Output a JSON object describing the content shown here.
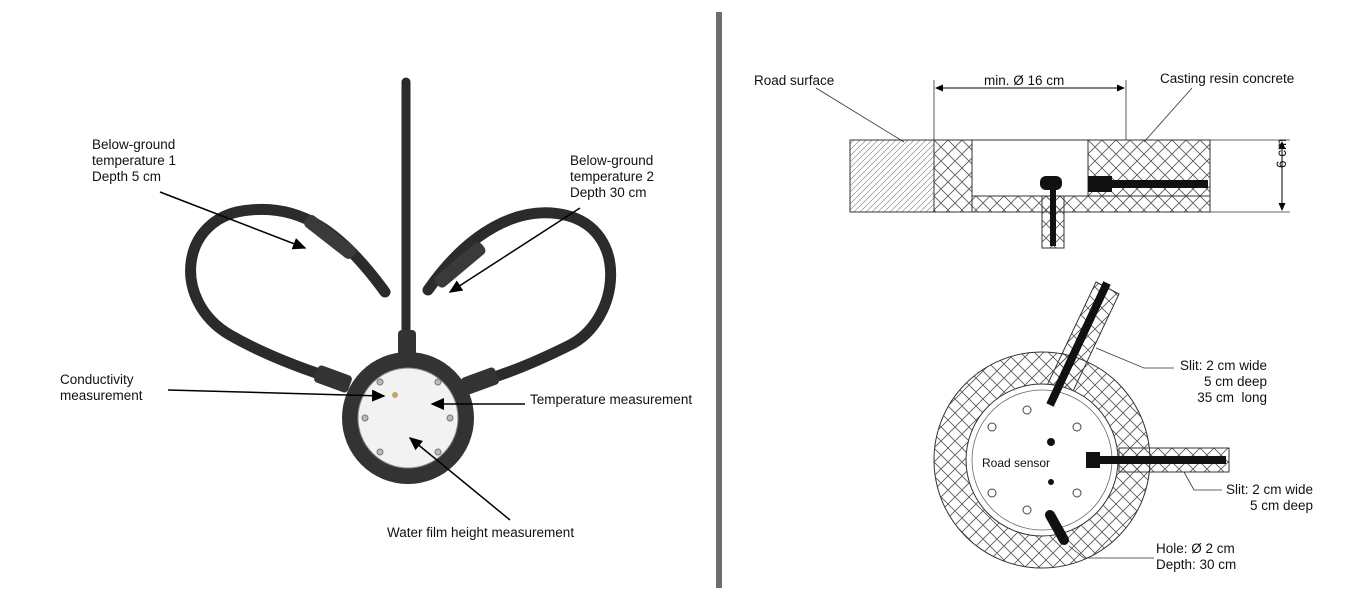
{
  "left_photo": {
    "labels": {
      "below_ground_1": "Below-ground\ntemperature 1\nDepth 5 cm",
      "below_ground_2": "Below-ground\ntemperature 2\nDepth 30 cm",
      "conductivity": "Conductivity\nmeasurement",
      "temperature": "Temperature measurement",
      "water_film": "Water film height measurement"
    }
  },
  "right_drawing": {
    "section": {
      "road_surface": "Road surface",
      "min_diameter": "min. Ø 16 cm",
      "casting_resin": "Casting resin concrete",
      "depth": "6 cm"
    },
    "plan": {
      "slit_1": "Slit: 2 cm wide\n5 cm deep\n35 cm  long",
      "road_sensor": "Road sensor",
      "slit_2": "Slit: 2 cm wide\n5 cm deep",
      "hole": "Hole: Ø 2 cm\nDepth: 30 cm"
    }
  },
  "colors": {
    "divider": "#6e6e6e",
    "cable": "#2b2b2b",
    "sensor_face": "#f2f2f2",
    "hatch": "#555555"
  }
}
